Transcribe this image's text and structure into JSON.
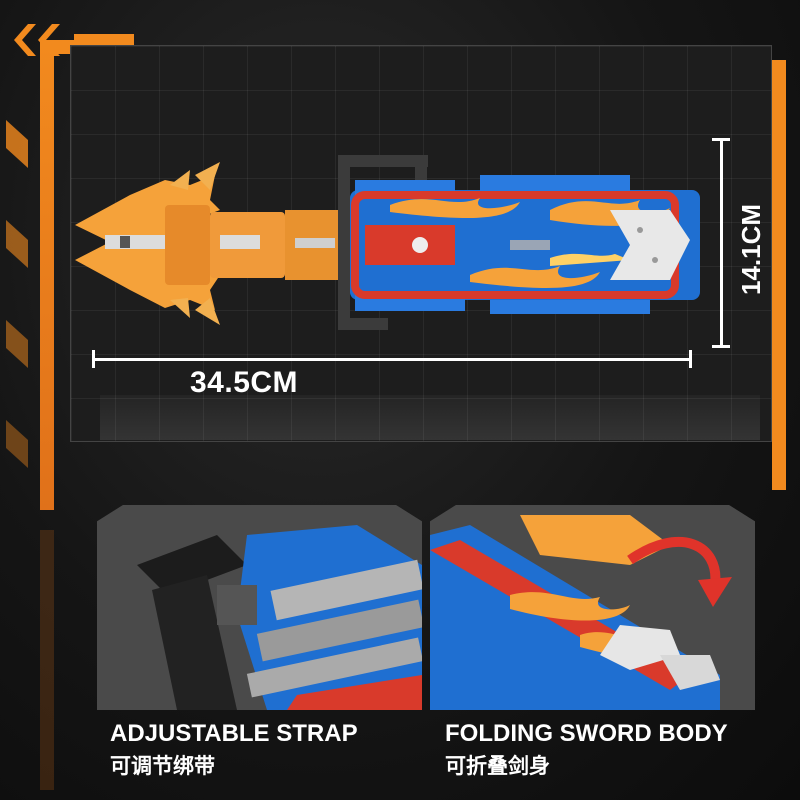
{
  "dimensions": {
    "length_label": "34.5CM",
    "height_label": "14.1CM"
  },
  "features": [
    {
      "title": "ADJUSTABLE STRAP",
      "subtitle": "可调节绑带"
    },
    {
      "title": "FOLDING SWORD BODY",
      "subtitle": "可折叠剑身"
    }
  ],
  "colors": {
    "accent_orange": "#f28a1e",
    "brick_blue": "#1f6fd1",
    "brick_red": "#d93a2b",
    "flame_orange": "#f5a23a",
    "background": "#111111"
  },
  "icons": {
    "arrow": "curved-arrow-icon"
  }
}
